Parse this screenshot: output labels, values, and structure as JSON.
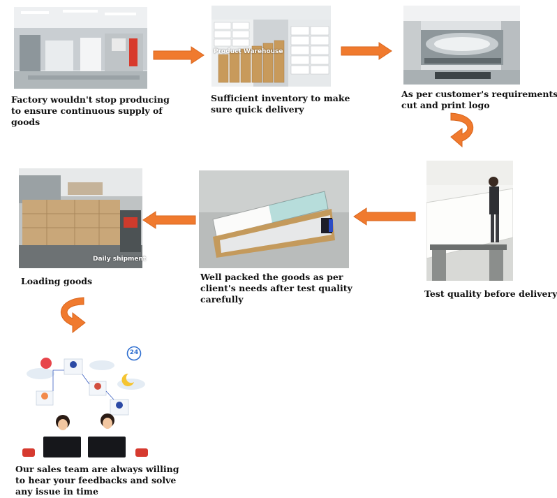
{
  "steps": [
    {
      "id": "production",
      "caption_lines": [
        "Factory wouldn't stop producing",
        "to ensure continuous supply of",
        "goods"
      ]
    },
    {
      "id": "inventory",
      "photo_label": "Product Warehouse",
      "caption_lines": [
        "Sufficient inventory to make",
        "sure quick delivery"
      ]
    },
    {
      "id": "customize",
      "caption_lines": [
        "As per customer's requirements,",
        "cut and print logo"
      ]
    },
    {
      "id": "testing",
      "caption_lines": [
        "Test quality before delivery"
      ]
    },
    {
      "id": "packing",
      "caption_lines": [
        "Well packed the goods as per",
        "client's needs after test quality",
        "carefully"
      ]
    },
    {
      "id": "loading",
      "photo_label": "Daily shipment",
      "caption_lines": [
        "Loading goods"
      ]
    },
    {
      "id": "support",
      "badge": "24",
      "caption_lines": [
        "Our sales team are always willing",
        "to hear your feedbacks and solve",
        "any issue in time"
      ]
    }
  ],
  "colors": {
    "arrow": "#f07a2e",
    "arrow_stroke": "#d9651c"
  }
}
